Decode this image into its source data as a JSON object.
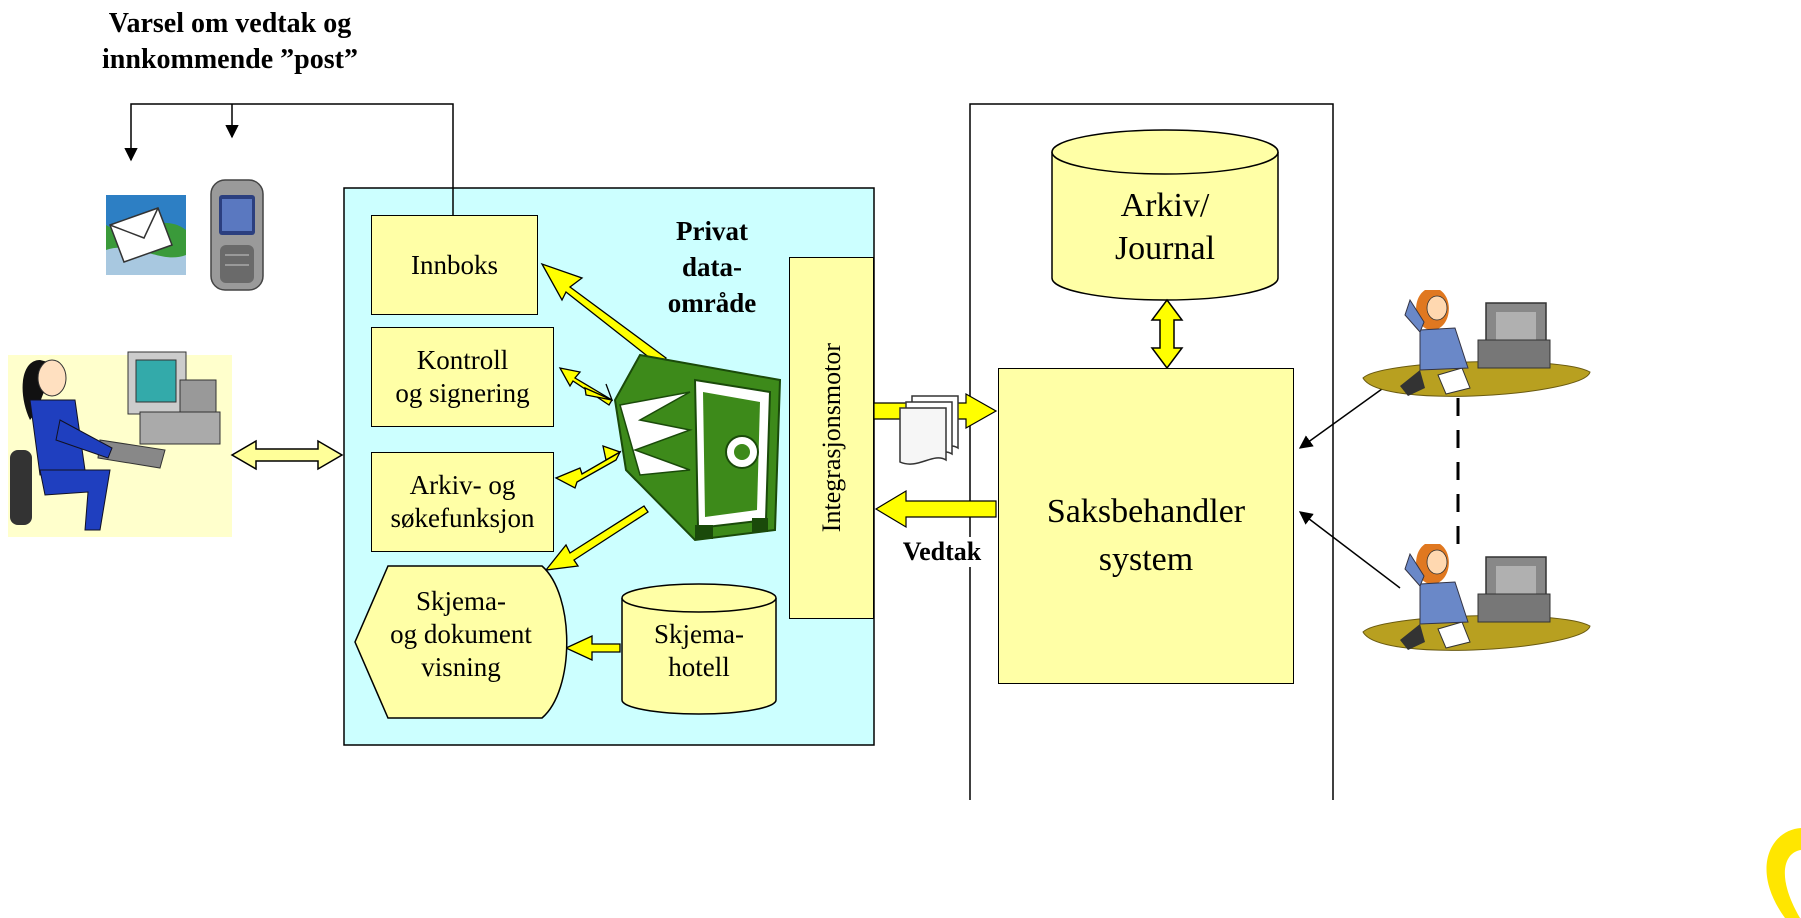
{
  "notification": {
    "title": "Varsel om vedtak og\ninnkommende ”post”"
  },
  "portal": {
    "private_area": "Privat\ndata-\nområde",
    "innboks": "Innboks",
    "kontroll": "Kontroll\nog signering",
    "arkivsok": "Arkiv- og\nsøkefunksjon",
    "skjemavisning": "Skjema-\nog dokument\nvisning",
    "skjemahotell": "Skjema-\nhotell",
    "integrasjon": "Integrasjonsmotor"
  },
  "backend": {
    "arkiv": "Arkiv/\nJournal",
    "saksbehandler": "Saksbehandler\nsystem",
    "vedtak": "Vedtak"
  },
  "icons": {
    "email": "email-globe-icon",
    "phone": "mobile-phone-icon",
    "user": "user-at-computer-icon",
    "safe": "safe-icon",
    "documents": "document-stack-icon",
    "caseworker": "caseworker-icon"
  },
  "colors": {
    "portal_bg": "#ccffff",
    "box_fill": "#ffffa6",
    "arrow_fill": "#ffff00",
    "safe_green": "#3d8a1a",
    "user_bg": "#ffffcc"
  }
}
